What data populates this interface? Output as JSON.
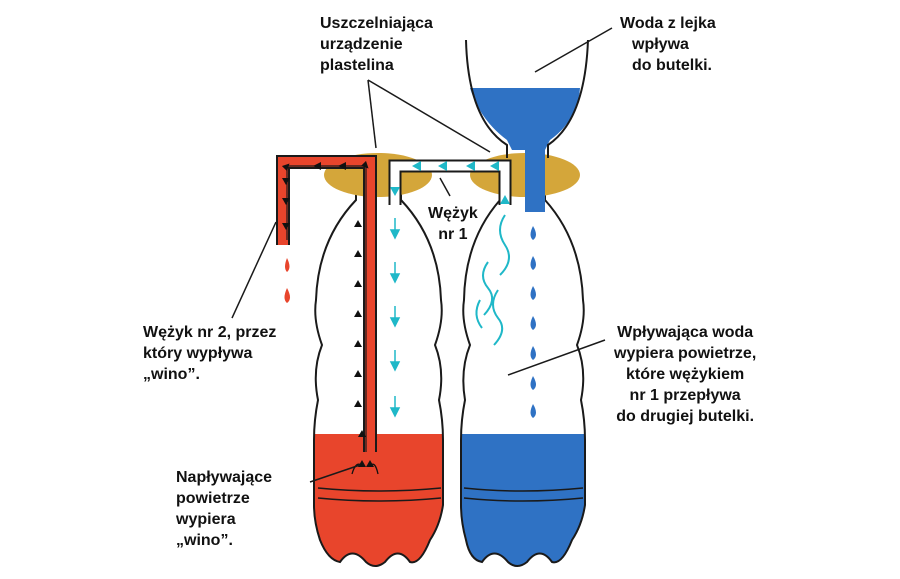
{
  "labels": {
    "sealant": [
      "Uszczelniająca",
      "urządzenie",
      "plastelina"
    ],
    "funnel": [
      "Woda z lejka",
      "wpływa",
      "do butelki."
    ],
    "tube1": [
      "Wężyk",
      "nr 1"
    ],
    "tube2": [
      "Wężyk nr 2, przez",
      "który wypływa",
      "„wino”."
    ],
    "inflow": [
      "Wpływająca woda",
      "wypiera powietrze,",
      "które wężykiem",
      "nr 1 przepływa",
      "do drugiej butelki."
    ],
    "air": [
      "Napływające",
      "powietrze",
      "wypiera",
      "„wino”."
    ]
  },
  "colors": {
    "wine": "#e8452c",
    "water": "#2f72c4",
    "air_flow": "#1fb8c8",
    "plasticine": "#d4a63a",
    "outline": "#1a1a1a"
  }
}
